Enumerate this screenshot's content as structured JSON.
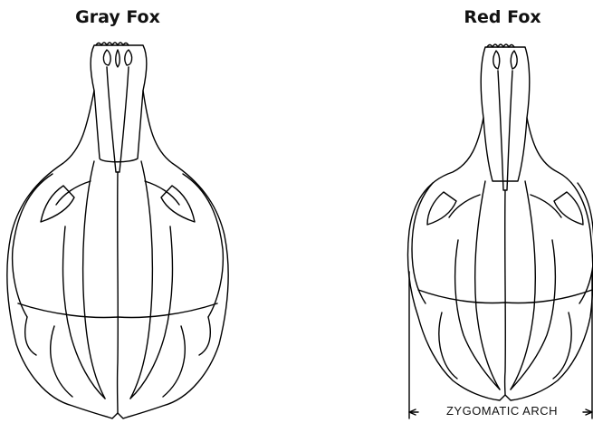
{
  "labels": {
    "gray_fox": "Gray Fox",
    "red_fox": "Red Fox",
    "zygomatic_arch": "ZYGOMATIC ARCH"
  },
  "colors": {
    "line": "#000000",
    "background": "#ffffff"
  }
}
